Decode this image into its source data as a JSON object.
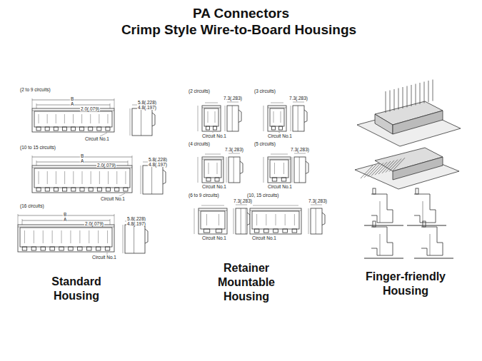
{
  "diagram": {
    "title": "PA Connectors",
    "labels": [
      "Crimp Style Wire-to-Board Housings",
      "(2 to 9 circuits)",
      "B",
      "A",
      "2.0(.079)",
      "5.8(.228)",
      "4.8(.197)",
      "Circuit No.1",
      "(10 to 15 circuits)",
      "B",
      "A",
      "2.0(.079)",
      "5.8(.228)",
      "4.8(.197)",
      "Circuit No.1",
      "(16 circuits)",
      "B",
      "A",
      "2.0(.079)",
      "5.8(.228)",
      "4.8(.197)",
      "Circuit No.1",
      "Standard Housing",
      "(2 circuits)",
      "7.3(.283)",
      "Circuit No.1",
      "(3 circuits)",
      "7.3(.283)",
      "Circuit No.1",
      "(4 circuits)",
      "7.3(.283)",
      "Circuit No.1",
      "(5 circuits)",
      "7.3(.283)",
      "Circuit No.1",
      "(6 to 9 circuits)",
      "7.3(.283)",
      "Circuit No.1",
      "(10, 15 circuits)",
      "7.3(.283)",
      "Circuit No.1",
      "Retainer Mountable Housing",
      "Finger-friendly Housing"
    ]
  }
}
